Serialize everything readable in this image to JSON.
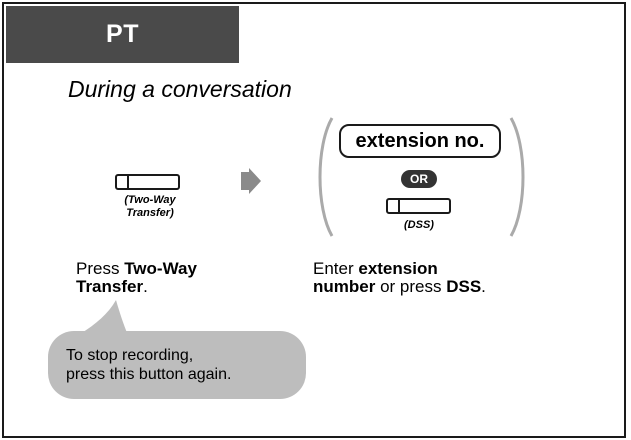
{
  "header": {
    "tab_label": "PT"
  },
  "context": {
    "heading": "During a conversation"
  },
  "step1": {
    "button_caption_line1": "(Two-Way",
    "button_caption_line2": "Transfer)",
    "instruction_plain": "Press ",
    "instruction_bold_1": "Two-Way",
    "instruction_bold_2": "Transfer",
    "instruction_end": "."
  },
  "step2": {
    "box_label": "extension no.",
    "or_label": "OR",
    "dss_caption": "(DSS)",
    "instruction_plain_1": "Enter ",
    "instruction_bold_1": "extension",
    "instruction_bold_2": "number",
    "instruction_plain_2": " or press ",
    "instruction_bold_3": "DSS",
    "instruction_end": "."
  },
  "note": {
    "line1": "To stop recording,",
    "line2": "press this button again."
  },
  "colors": {
    "tab_bg": "#4a4a4a",
    "bubble_bg": "#bdbdbd",
    "arrow": "#8a8a8a"
  }
}
